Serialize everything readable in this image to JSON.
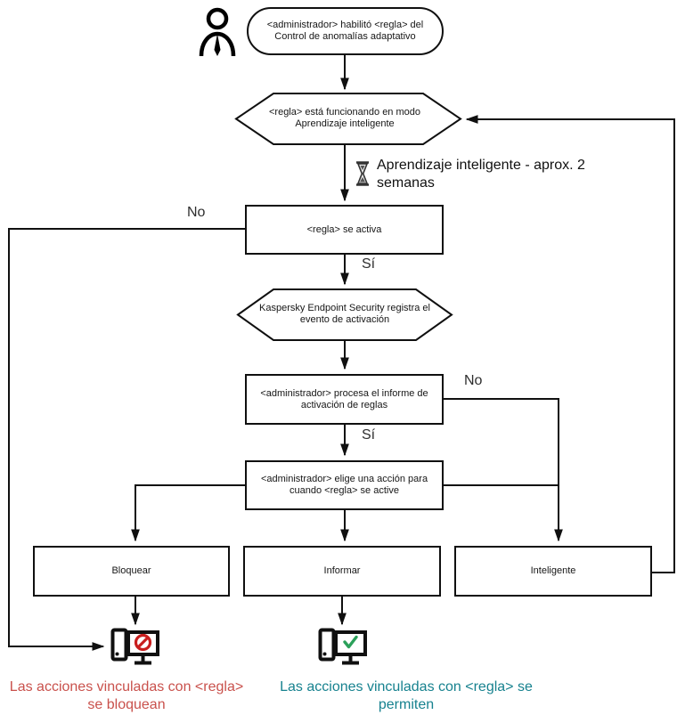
{
  "nodes": {
    "start": "<administrador> habilitó <regla> del Control de anomalías adaptativo",
    "learning_mode": "<regla> está funcionando en modo Aprendizaje inteligente",
    "rule_triggers": "<regla> se activa",
    "log_event": "Kaspersky Endpoint Security registra el evento de activación",
    "process_report": "<administrador> procesa el informe de activación de reglas",
    "choose_action": "<administrador> elige una acción para cuando <regla> se active",
    "action_block": "Bloquear",
    "action_inform": "Informar",
    "action_smart": "Inteligente"
  },
  "labels": {
    "rule_no": "No",
    "rule_yes": "Sí",
    "report_no": "No",
    "report_yes": "Sí"
  },
  "timer_note": "Aprendizaje inteligente - aprox. 2 semanas",
  "outcomes": {
    "blocked": "Las acciones vinculadas con <regla> se bloquean",
    "allowed": "Las acciones vinculadas con <regla> se permiten"
  },
  "icons": {
    "person": "person-icon",
    "hourglass": "hourglass-icon",
    "blocked_computer": "computer-blocked-icon",
    "allowed_computer": "computer-allowed-icon"
  },
  "colors": {
    "line": "#101010",
    "blocked_text": "#C9514C",
    "allowed_text": "#17828F",
    "prohibition": "#C81E1E",
    "check": "#2BA05A"
  }
}
